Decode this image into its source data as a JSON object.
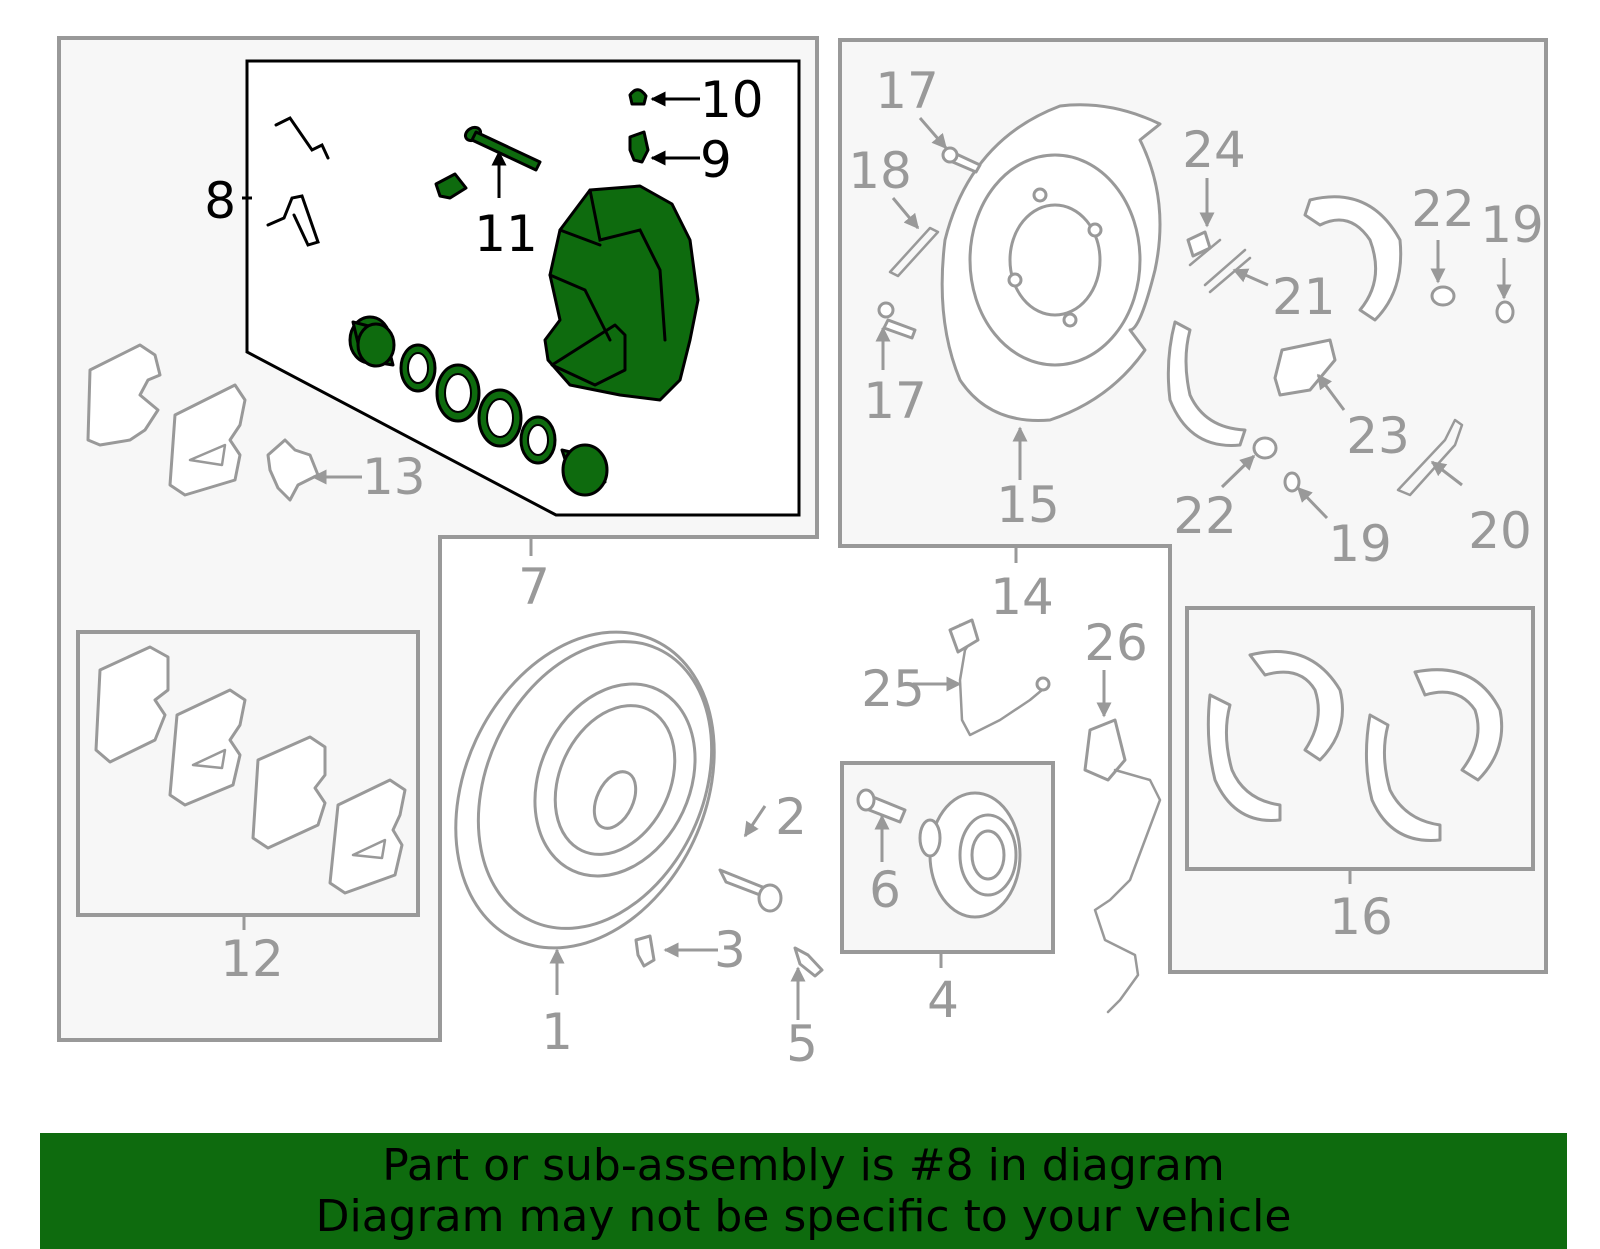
{
  "diagram": {
    "highlight_color": "#0e6b0e",
    "callouts": {
      "c1": "1",
      "c2": "2",
      "c3": "3",
      "c4": "4",
      "c5": "5",
      "c6": "6",
      "c7": "7",
      "c8": "8",
      "c9": "9",
      "c10": "10",
      "c11": "11",
      "c12": "12",
      "c13": "13",
      "c14": "14",
      "c15": "15",
      "c16": "16",
      "c17a": "17",
      "c17b": "17",
      "c18": "18",
      "c19a": "19",
      "c19b": "19",
      "c20": "20",
      "c21": "21",
      "c22a": "22",
      "c22b": "22",
      "c23": "23",
      "c24": "24",
      "c25": "25",
      "c26": "26"
    }
  },
  "banner": {
    "line1": "Part or sub-assembly is #8 in diagram",
    "line2": "Diagram may not be specific to your vehicle"
  }
}
